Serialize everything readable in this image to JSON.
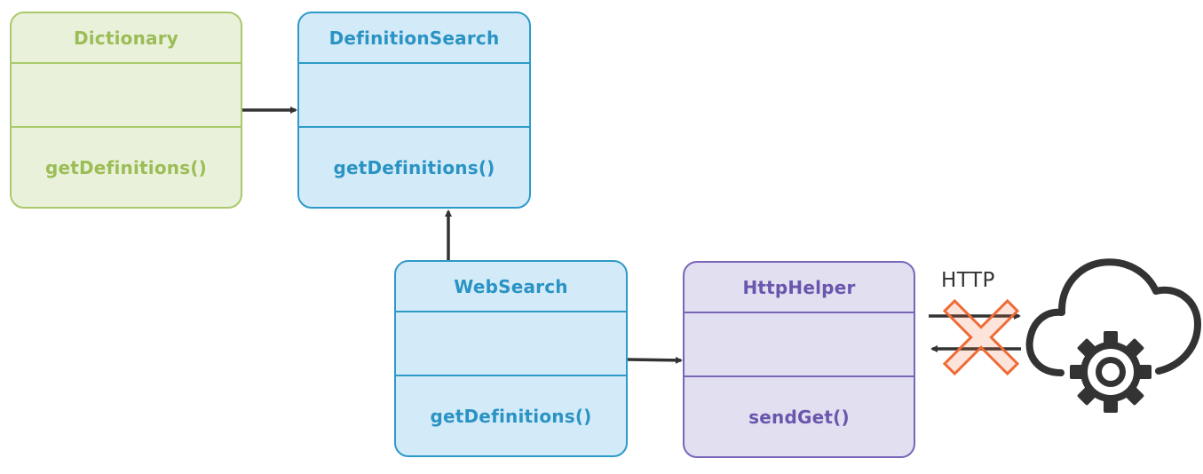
{
  "diagram": {
    "classes": [
      {
        "id": "dictionary",
        "name": "Dictionary",
        "attributes": "",
        "operations": "getDefinitions()"
      },
      {
        "id": "definitionsearch",
        "name": "DefinitionSearch",
        "attributes": "",
        "operations": "getDefinitions()"
      },
      {
        "id": "websearch",
        "name": "WebSearch",
        "attributes": "",
        "operations": "getDefinitions()"
      },
      {
        "id": "httphelper",
        "name": "HttpHelper",
        "attributes": "",
        "operations": "sendGet()"
      }
    ],
    "connections": [
      {
        "from": "Dictionary",
        "to": "DefinitionSearch"
      },
      {
        "from": "WebSearch",
        "to": "DefinitionSearch"
      },
      {
        "from": "WebSearch",
        "to": "HttpHelper"
      }
    ],
    "http_label": "HTTP",
    "icons": [
      "blocked-x-icon",
      "cloud-gear-icon"
    ],
    "colors": {
      "green": "#a9c96a",
      "blue": "#2e9ac9",
      "purple": "#7a66b9",
      "blocked": "#f06a35",
      "arrow": "#333333"
    }
  }
}
